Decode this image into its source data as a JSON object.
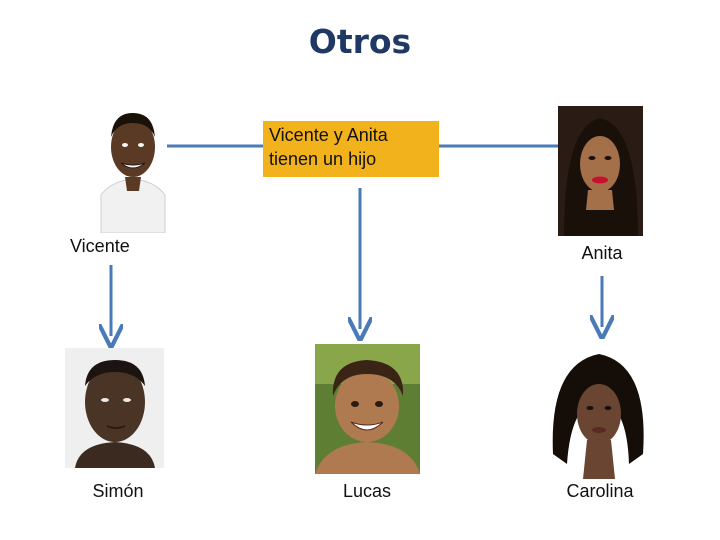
{
  "title": "Otros",
  "note": {
    "line1": "Vicente y Anita",
    "line2": "tienen un hijo",
    "color": "#f2b21c"
  },
  "connector_color": "#4a7ab8",
  "people": {
    "vicente": {
      "name": "Vicente",
      "skin": "#5a3a24",
      "hair": "#1a1208",
      "shirt": "#f1f1f1"
    },
    "anita": {
      "name": "Anita",
      "skin": "#a4704a",
      "hair": "#1a100a",
      "shirt": "#1a1a1a"
    },
    "simon": {
      "name": "Simón",
      "skin": "#4a3426",
      "hair": "#1b1410",
      "shirt": "#d8d8d8"
    },
    "lucas": {
      "name": "Lucas",
      "skin": "#b07a50",
      "hair": "#3a2416",
      "shirt": "#6a4a2c"
    },
    "carolina": {
      "name": "Carolina",
      "skin": "#6a4632",
      "hair": "#140d08",
      "shirt": "#ffffff"
    }
  }
}
